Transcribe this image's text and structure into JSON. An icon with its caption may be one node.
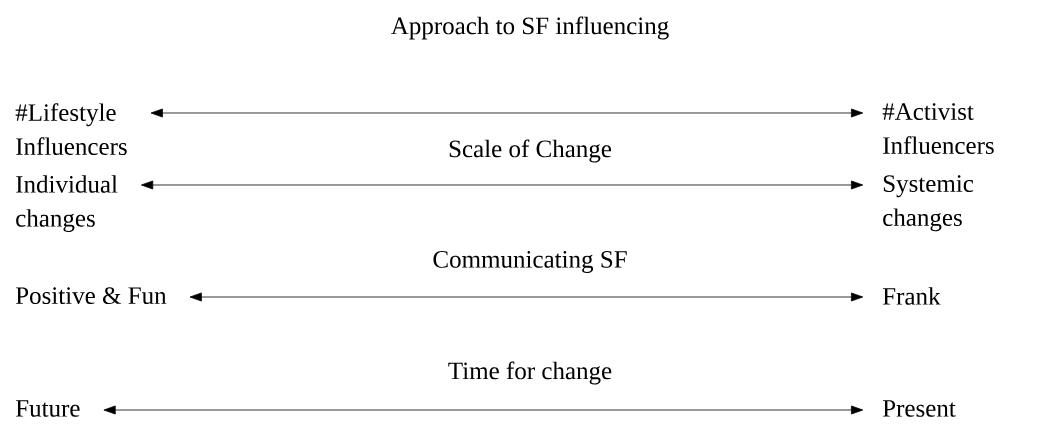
{
  "diagram": {
    "nodes": [
      {
        "text": [
          "#Lifestyle Influencers"
        ]
      },
      {
        "text": [
          "#Activist Influencers"
        ]
      },
      {
        "text": [
          "Individual changes"
        ]
      },
      {
        "text": [
          "Systemic changes"
        ]
      },
      {
        "text": [
          "Positive & Fun"
        ]
      },
      {
        "text": [
          "Frank"
        ]
      },
      {
        "text": [
          "Future"
        ]
      },
      {
        "text": [
          "Present"
        ]
      }
    ],
    "edges": [
      {
        "from": 0,
        "to": 1,
        "arrow": "both"
      },
      {
        "from": 2,
        "to": 3,
        "arrow": "both"
      },
      {
        "from": 4,
        "to": 5,
        "arrow": "both"
      },
      {
        "from": 6,
        "to": 7,
        "arrow": "both"
      }
    ],
    "labels": [
      "Approach to SF influencing",
      "Scale of Change",
      "Communicating SF",
      "Time for change"
    ]
  }
}
